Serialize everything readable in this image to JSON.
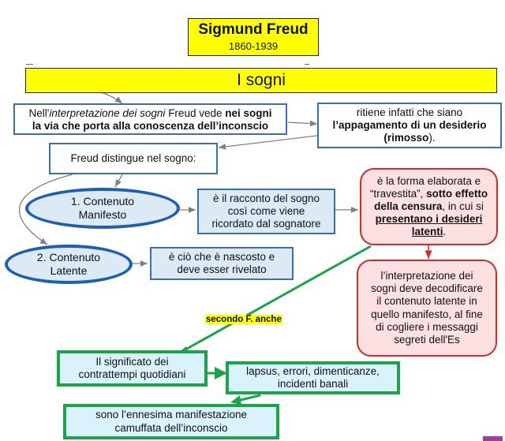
{
  "header": {
    "title": "Sigmund Freud",
    "years": "1860-1939",
    "subject": "I sogni"
  },
  "nodes": {
    "intro": {
      "prefix": "Nell'",
      "italic": "interpretazione dei sogni",
      "mid": " Freud vede ",
      "bold1": "nei sogni",
      "bold2": "la via che porta alla conoscenza  dell’inconscio"
    },
    "wish": {
      "line1": "ritiene infatti che siano",
      "bold": "l’appagamento di un desiderio",
      "bold2": "(rimosso",
      "end": ")."
    },
    "distingue": "Freud distingue nel sogno:",
    "manifesto": {
      "line1": "1. Contenuto",
      "line2": "Manifesto"
    },
    "manifesto_desc": {
      "line1": "è il racconto del sogno",
      "line2": "così come viene",
      "line3": "ricordato dal sognatore"
    },
    "latente": {
      "line1": "2. Contenuto",
      "line2": "Latente"
    },
    "latente_desc": {
      "line1": "è ciò che è nascosto e",
      "line2": "deve esser rivelato"
    },
    "censura": {
      "line1": "è la forma elaborata e",
      "line2a": "“travestita”, ",
      "line2b": "sotto effetto",
      "line3a": "della censura",
      "line3b": ", in cui si",
      "line4": "presentano i desideri",
      "line5": "latenti",
      "line5end": "."
    },
    "interpretazione": {
      "line1": "l’interpretazione dei",
      "line2": "sogni deve decodificare",
      "line3": "il contenuto latente in",
      "line4": "quello manifesto, al fine",
      "line5": "di cogliere i messaggi",
      "line6": "segreti dell'Es"
    },
    "link_label": "secondo F. anche",
    "contrattempi": {
      "line1": "Il significato dei",
      "line2": "contrattempi  quotidiani"
    },
    "lapsus": {
      "line1": "lapsus, errori, dimenticanze,",
      "line2": "incidenti banali"
    },
    "manifestazione": {
      "line1": "sono l’ennesima manifestazione",
      "line2": "camuffata dell’inconscio"
    }
  },
  "colors": {
    "yellow": "#ffff00",
    "blue_border": "#3a6fb0",
    "light_blue": "#dbeaf5",
    "red_border": "#d42a2a",
    "pink": "#fde0e2",
    "green": "#1aa54a",
    "cyan_fill": "#d9f2fb",
    "arrow_gray": "#808080"
  }
}
